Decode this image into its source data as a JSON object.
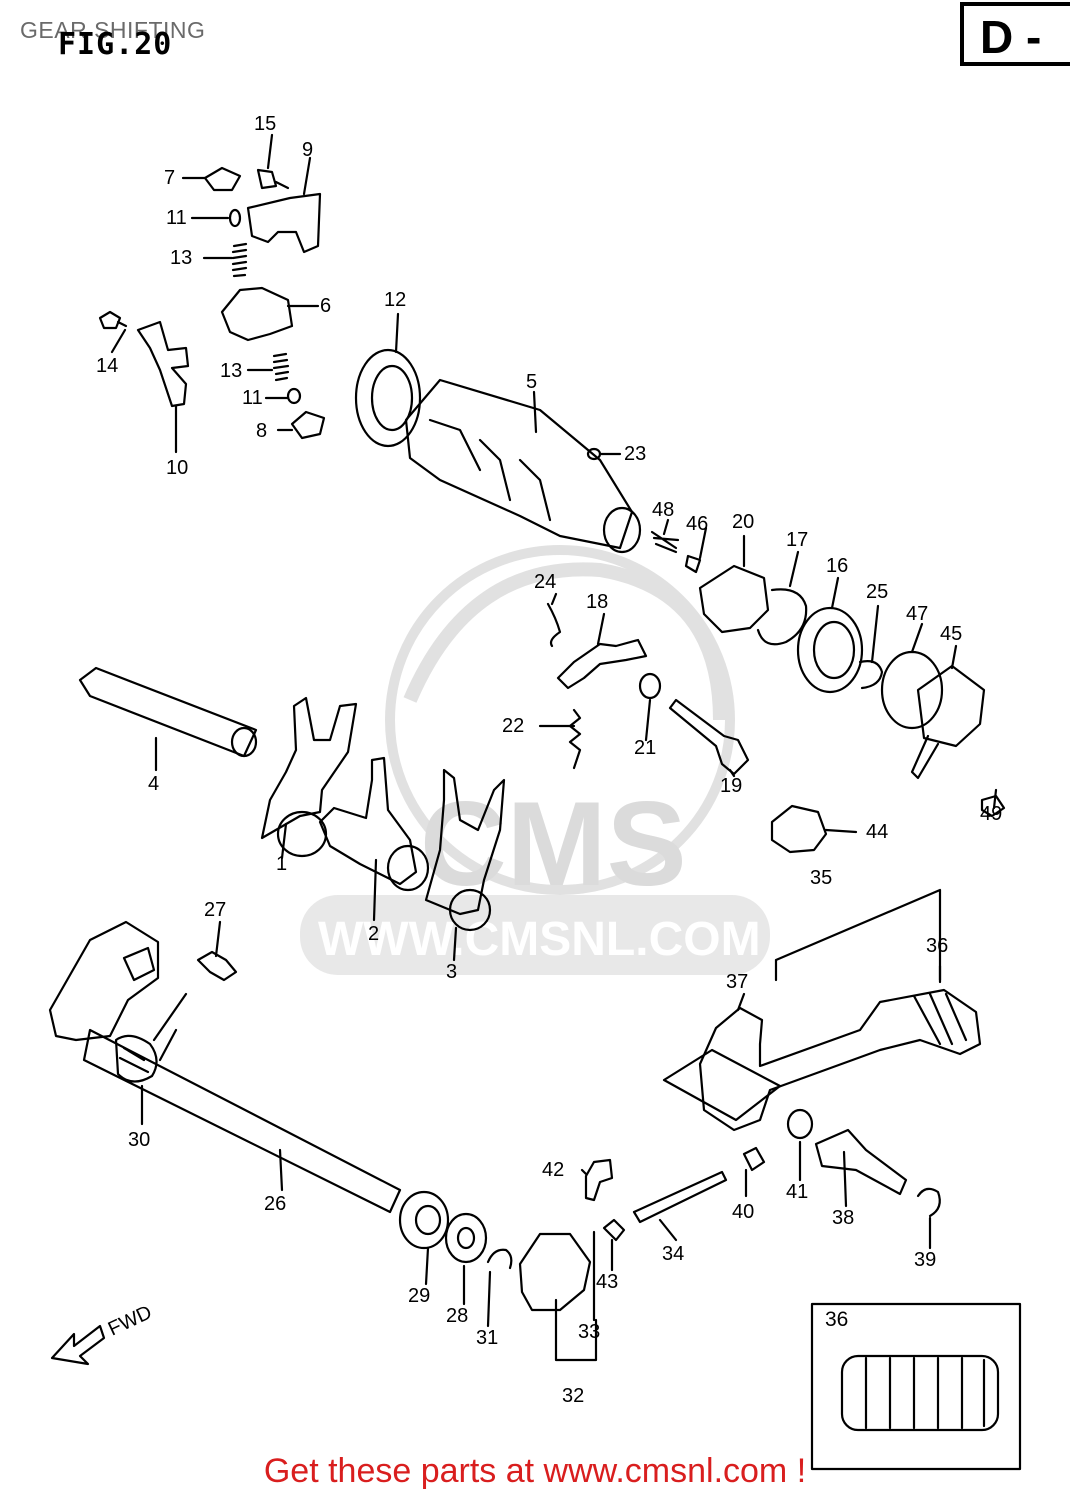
{
  "header": {
    "label": "GEAR SHIFTING",
    "figure": "FIG.20",
    "sheet_code": "D -"
  },
  "watermark": {
    "brand": "CMS",
    "url": "WWW.CMSNL.COM"
  },
  "direction_indicator": "FWD",
  "inset": {
    "part": "36"
  },
  "footer": {
    "text": "Get these parts at www.cmsnl.com !"
  },
  "parts": [
    {
      "id": "p1",
      "label": "1"
    },
    {
      "id": "p2",
      "label": "2"
    },
    {
      "id": "p3",
      "label": "3"
    },
    {
      "id": "p4",
      "label": "4"
    },
    {
      "id": "p5",
      "label": "5"
    },
    {
      "id": "p6",
      "label": "6"
    },
    {
      "id": "p7",
      "label": "7"
    },
    {
      "id": "p8",
      "label": "8"
    },
    {
      "id": "p9",
      "label": "9"
    },
    {
      "id": "p10",
      "label": "10"
    },
    {
      "id": "p11a",
      "label": "11"
    },
    {
      "id": "p11b",
      "label": "11"
    },
    {
      "id": "p12",
      "label": "12"
    },
    {
      "id": "p13a",
      "label": "13"
    },
    {
      "id": "p13b",
      "label": "13"
    },
    {
      "id": "p14",
      "label": "14"
    },
    {
      "id": "p15",
      "label": "15"
    },
    {
      "id": "p16",
      "label": "16"
    },
    {
      "id": "p17",
      "label": "17"
    },
    {
      "id": "p18",
      "label": "18"
    },
    {
      "id": "p19",
      "label": "19"
    },
    {
      "id": "p20",
      "label": "20"
    },
    {
      "id": "p21",
      "label": "21"
    },
    {
      "id": "p22",
      "label": "22"
    },
    {
      "id": "p23",
      "label": "23"
    },
    {
      "id": "p24",
      "label": "24"
    },
    {
      "id": "p25",
      "label": "25"
    },
    {
      "id": "p26",
      "label": "26"
    },
    {
      "id": "p27",
      "label": "27"
    },
    {
      "id": "p28",
      "label": "28"
    },
    {
      "id": "p29",
      "label": "29"
    },
    {
      "id": "p30",
      "label": "30"
    },
    {
      "id": "p31",
      "label": "31"
    },
    {
      "id": "p32",
      "label": "32"
    },
    {
      "id": "p33",
      "label": "33"
    },
    {
      "id": "p34",
      "label": "34"
    },
    {
      "id": "p35",
      "label": "35"
    },
    {
      "id": "p36",
      "label": "36"
    },
    {
      "id": "p37",
      "label": "37"
    },
    {
      "id": "p38",
      "label": "38"
    },
    {
      "id": "p39",
      "label": "39"
    },
    {
      "id": "p40",
      "label": "40"
    },
    {
      "id": "p41",
      "label": "41"
    },
    {
      "id": "p42",
      "label": "42"
    },
    {
      "id": "p43",
      "label": "43"
    },
    {
      "id": "p44",
      "label": "44"
    },
    {
      "id": "p45",
      "label": "45"
    },
    {
      "id": "p46",
      "label": "46"
    },
    {
      "id": "p47",
      "label": "47"
    },
    {
      "id": "p48",
      "label": "48"
    },
    {
      "id": "p49",
      "label": "49"
    }
  ]
}
